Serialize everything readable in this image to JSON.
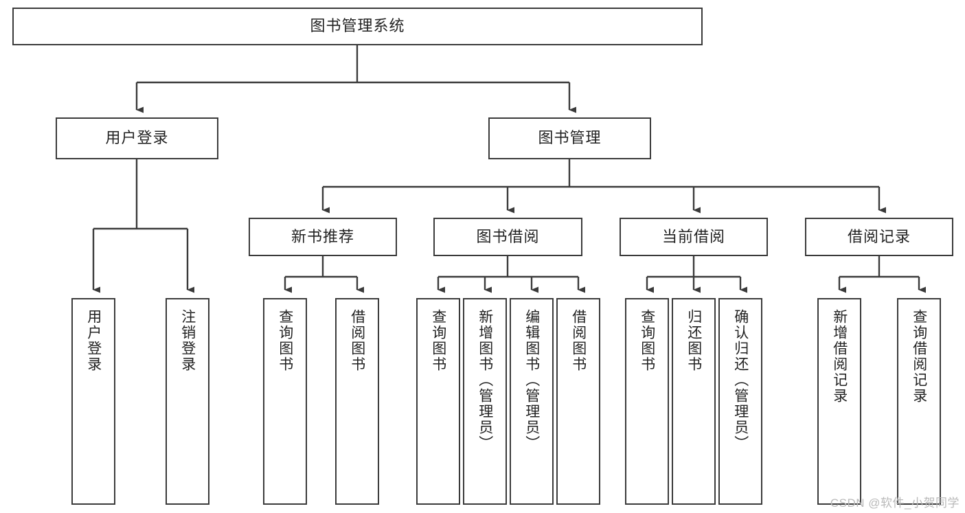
{
  "diagram": {
    "title": "图书管理系统",
    "type": "tree",
    "watermark": "CSDN @软件_小贺同学",
    "colors": {
      "border": "#3a3a3a",
      "background": "#ffffff",
      "text": "#222222",
      "connector": "#3a3a3a",
      "watermark": "#b9b9b9"
    },
    "nodes": {
      "root": {
        "label": "图书管理系统",
        "orientation": "horizontal"
      },
      "level2": [
        {
          "id": "user-login",
          "label": "用户登录",
          "orientation": "horizontal"
        },
        {
          "id": "book-manage",
          "label": "图书管理",
          "orientation": "horizontal"
        }
      ],
      "level3": [
        {
          "id": "new-book-recommend",
          "label": "新书推荐",
          "orientation": "horizontal"
        },
        {
          "id": "book-borrow",
          "label": "图书借阅",
          "orientation": "horizontal"
        },
        {
          "id": "current-borrow",
          "label": "当前借阅",
          "orientation": "horizontal"
        },
        {
          "id": "borrow-record",
          "label": "借阅记录",
          "orientation": "horizontal"
        }
      ],
      "leaves": [
        {
          "id": "leaf-user-login",
          "label": "用户登录",
          "parent": "user-login",
          "orientation": "vertical"
        },
        {
          "id": "leaf-user-logout",
          "label": "注销登录",
          "parent": "user-login",
          "orientation": "vertical"
        },
        {
          "id": "leaf-query-book-1",
          "label": "查询图书",
          "parent": "new-book-recommend",
          "orientation": "vertical"
        },
        {
          "id": "leaf-borrow-book-1",
          "label": "借阅图书",
          "parent": "new-book-recommend",
          "orientation": "vertical"
        },
        {
          "id": "leaf-query-book-2",
          "label": "查询图书",
          "parent": "book-borrow",
          "orientation": "vertical"
        },
        {
          "id": "leaf-add-book",
          "label": "新增图书（管理员）",
          "parent": "book-borrow",
          "orientation": "vertical"
        },
        {
          "id": "leaf-edit-book",
          "label": "编辑图书（管理员）",
          "parent": "book-borrow",
          "orientation": "vertical"
        },
        {
          "id": "leaf-borrow-book-2",
          "label": "借阅图书",
          "parent": "book-borrow",
          "orientation": "vertical"
        },
        {
          "id": "leaf-query-book-3",
          "label": "查询图书",
          "parent": "current-borrow",
          "orientation": "vertical"
        },
        {
          "id": "leaf-return-book",
          "label": "归还图书",
          "parent": "current-borrow",
          "orientation": "vertical"
        },
        {
          "id": "leaf-confirm-return",
          "label": "确认归还（管理员）",
          "parent": "current-borrow",
          "orientation": "vertical"
        },
        {
          "id": "leaf-add-record",
          "label": "新增借阅记录",
          "parent": "borrow-record",
          "orientation": "vertical"
        },
        {
          "id": "leaf-query-record",
          "label": "查询借阅记录",
          "parent": "borrow-record",
          "orientation": "vertical"
        }
      ]
    }
  }
}
